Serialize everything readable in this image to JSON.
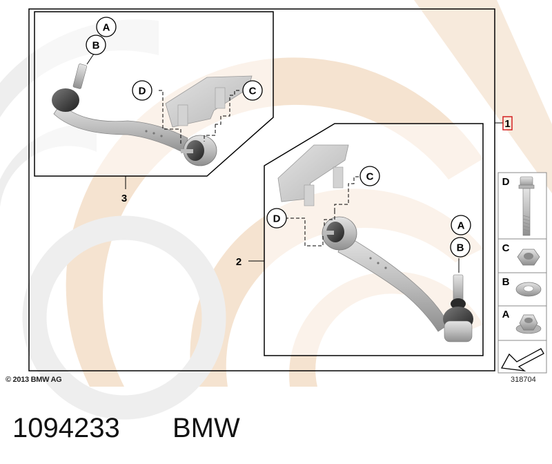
{
  "diagram": {
    "callouts": {
      "a": "A",
      "b": "B",
      "c": "C",
      "d": "D"
    },
    "item_numbers": {
      "kit": "1",
      "lower_arm": "2",
      "upper_arm": "3"
    },
    "copyright": "© 2013 BMW AG",
    "image_number": "318704"
  },
  "legend": {
    "items": [
      {
        "letter": "D",
        "icon": "bolt-icon"
      },
      {
        "letter": "C",
        "icon": "nut-icon"
      },
      {
        "letter": "B",
        "icon": "washer-icon"
      },
      {
        "letter": "A",
        "icon": "flange-nut-icon"
      }
    ],
    "pointer_icon": "arrow-pointer-icon"
  },
  "caption": {
    "part_number": "1094233",
    "brand": "BMW"
  },
  "colors": {
    "watermark": "#f2dcc4",
    "watermark_grey": "#eeeeee",
    "part_metal": "#c9c9c9",
    "highlight": "#d42020",
    "line": "#000000"
  }
}
